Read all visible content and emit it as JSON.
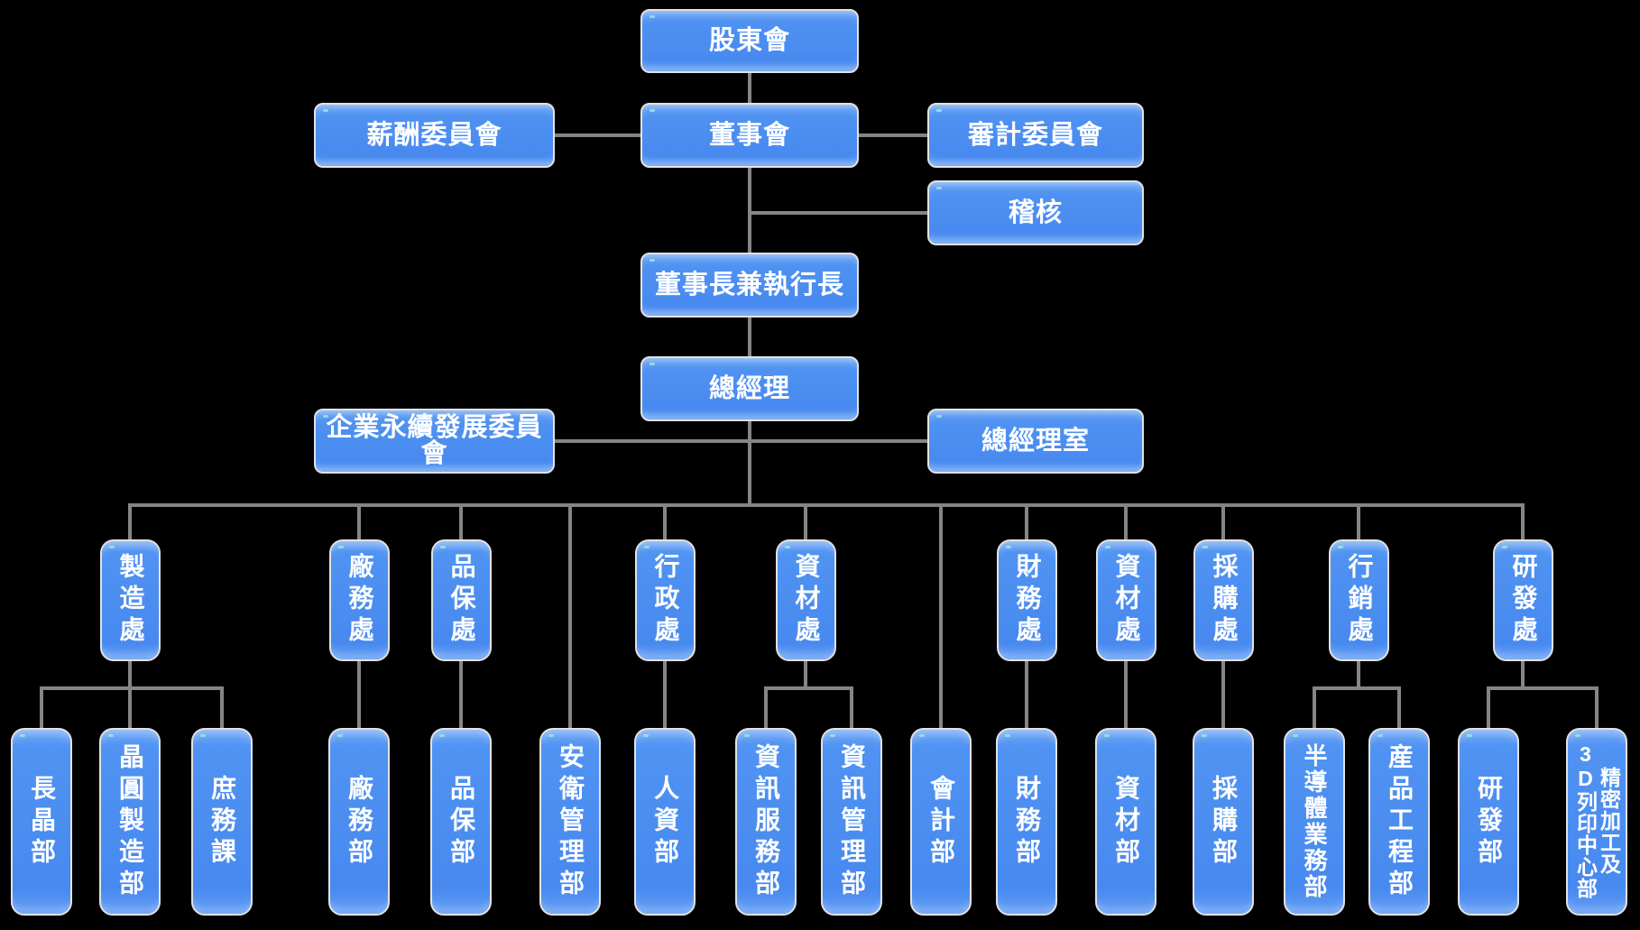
{
  "colors": {
    "background": "#000000",
    "node_fill": "#4789ef",
    "node_fill_highlight": "#71a7f6",
    "node_border": "#e2e2e2",
    "node_text": "#ffffff",
    "connector": "#858585"
  },
  "org": {
    "shareholders": {
      "label": "股東會"
    },
    "compensation_committee": {
      "label": "薪酬委員會"
    },
    "board": {
      "label": "董事會"
    },
    "audit_committee": {
      "label": "審計委員會"
    },
    "audit": {
      "label": "稽核"
    },
    "chairman_ceo": {
      "label": "董事長兼執行長"
    },
    "general_manager": {
      "label": "總經理"
    },
    "sustainability_committee": {
      "label": "企業永續發展委員會"
    },
    "gm_office": {
      "label": "總經理室"
    },
    "divisions": [
      {
        "label": "製造處"
      },
      {
        "label": "廠務處"
      },
      {
        "label": "品保處"
      },
      {
        "label": "行政處"
      },
      {
        "label": "資材處"
      },
      {
        "label": "財務處"
      },
      {
        "label": "資材處"
      },
      {
        "label": "採購處"
      },
      {
        "label": "行銷處"
      },
      {
        "label": "研發處"
      }
    ],
    "departments": [
      {
        "label": "長晶部"
      },
      {
        "label": "晶圓製造部"
      },
      {
        "label": "庶務課"
      },
      {
        "label": "廠務部"
      },
      {
        "label": "品保部"
      },
      {
        "label": "安衛管理部"
      },
      {
        "label": "人資部"
      },
      {
        "label": "資訊服務部"
      },
      {
        "label": "資訊管理部"
      },
      {
        "label": "會計部"
      },
      {
        "label": "財務部"
      },
      {
        "label": "資材部"
      },
      {
        "label": "採購部"
      },
      {
        "label": "半導體業務部"
      },
      {
        "label": "産品工程部"
      },
      {
        "label": "研發部"
      },
      {
        "label": "精密加工及3D列印中心部",
        "columns": [
          "精密加工及",
          "3D列印中心部"
        ]
      }
    ]
  }
}
